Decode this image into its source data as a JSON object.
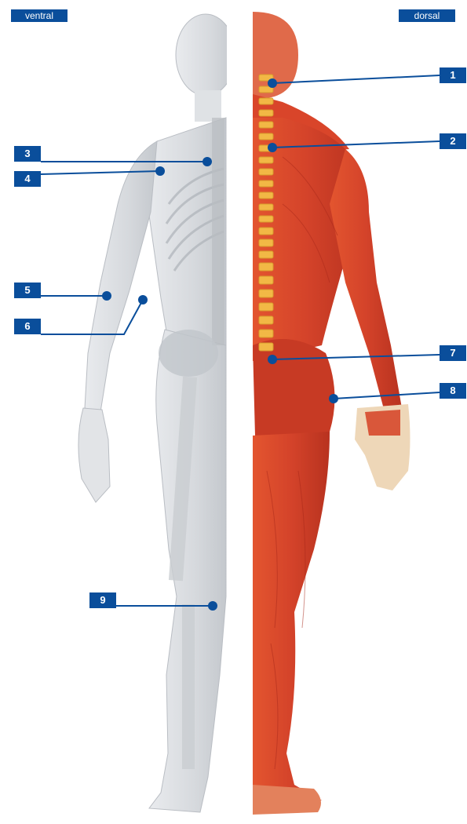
{
  "views": {
    "ventral_label": "ventral",
    "dorsal_label": "dorsal"
  },
  "markers": [
    {
      "number": "1"
    },
    {
      "number": "2"
    },
    {
      "number": "3"
    },
    {
      "number": "4"
    },
    {
      "number": "5"
    },
    {
      "number": "6"
    },
    {
      "number": "7"
    },
    {
      "number": "8"
    },
    {
      "number": "9"
    }
  ],
  "colors": {
    "label_blue": "#0a4e9b",
    "muscle_red": "#d9452a",
    "muscle_dark": "#a8281a",
    "skeleton_gray": "#cfd2d6",
    "spine_yellow": "#f2b845"
  }
}
